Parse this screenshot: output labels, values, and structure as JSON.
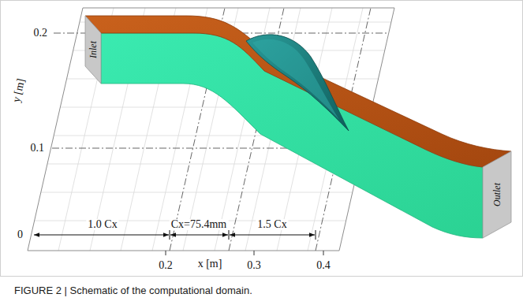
{
  "diagram": {
    "caption": "FIGURE 2 | Schematic of the computational domain.",
    "labels": [
      "0.2",
      "0.1",
      "0",
      "y [m]",
      "Inlet",
      "Outlet",
      "1.0 Cx",
      "Cx=75.4mm",
      "1.5 Cx",
      "0.2",
      "0.3",
      "0.4",
      "x [m]"
    ]
  }
}
